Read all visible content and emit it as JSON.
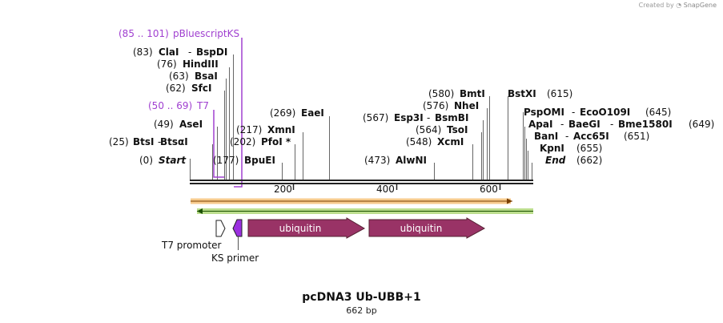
{
  "credit": {
    "prefix": "Created by",
    "brand": "SnapGene"
  },
  "plasmid": {
    "name": "pcDNA3 Ub-UBB+1",
    "length": "662 bp"
  },
  "ruler": {
    "ticks": [
      "200",
      "400",
      "600"
    ]
  },
  "sites": [
    {
      "pos": "(0)",
      "name": "Start"
    },
    {
      "pos": "(25)",
      "name": "BtsI",
      "name2": "BtsαI"
    },
    {
      "pos": "(49)",
      "name": "AseI"
    },
    {
      "pos": "(62)",
      "name": "SfcI"
    },
    {
      "pos": "(63)",
      "name": "BsaI"
    },
    {
      "pos": "(76)",
      "name": "HindIII"
    },
    {
      "pos": "(83)",
      "name": "ClaI",
      "name2": "BspDI"
    },
    {
      "pos": "(177)",
      "name": "BpuEI"
    },
    {
      "pos": "(202)",
      "name": "PfoI *"
    },
    {
      "pos": "(217)",
      "name": "XmnI"
    },
    {
      "pos": "(269)",
      "name": "EaeI"
    },
    {
      "pos": "(473)",
      "name": "AlwNI"
    },
    {
      "pos": "(548)",
      "name": "XcmI"
    },
    {
      "pos": "(564)",
      "name": "TsoI"
    },
    {
      "pos": "(567)",
      "name": "Esp3I",
      "name2": "BsmBI"
    },
    {
      "pos": "(576)",
      "name": "NheI"
    },
    {
      "pos": "(580)",
      "name": "BmtI"
    },
    {
      "pos": "BstXI",
      "name": "(615)"
    },
    {
      "pos": "PspOMI",
      "name": "EcoO109I",
      "name3": "(645)"
    },
    {
      "pos": "ApaI",
      "name": "BaeGI",
      "name2": "Bme1580I",
      "name3": "(649)"
    },
    {
      "pos": "BanI",
      "name": "Acc65I",
      "name3": "(651)"
    },
    {
      "pos": "KpnI",
      "name": "(655)"
    },
    {
      "pos": "End",
      "name": "(662)"
    }
  ],
  "primers": [
    {
      "range": "(85 .. 101)",
      "name": "pBluescriptKS"
    },
    {
      "range": "(50 .. 69)",
      "name": "T7"
    }
  ],
  "features": {
    "ubiquitin1": "ubiquitin",
    "ubiquitin2": "ubiquitin",
    "t7_promoter": "T7 promoter",
    "ks_primer": "KS primer"
  },
  "colors": {
    "ubiquitin": "#993366",
    "primer": "#a040d0",
    "promoter_fill": "#ffffff",
    "orf_orange": "#f0a030",
    "orf_green": "#8dc63f"
  }
}
